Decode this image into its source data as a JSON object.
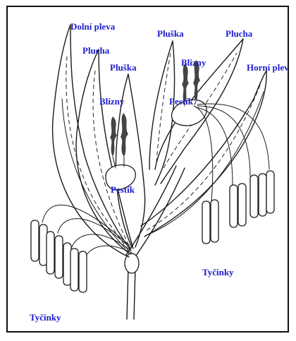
{
  "labels": {
    "dolni_pleva": "Dolní pleva",
    "plucha_left": "Plucha",
    "pluska_left": "Pluška",
    "blizny_left": "Blizny",
    "pestik_left": "Pestík",
    "pluska_top": "Pluška",
    "plucha_right": "Plucha",
    "blizny_right": "Blizny",
    "pestik_right": "Pestík",
    "horni_pleva": "Horní plev",
    "tycinky_right": "Tyčinky",
    "tycinky_left": "Tyčinky"
  },
  "colors": {
    "label": "#1c1ccf",
    "ink": "#1a1a1a",
    "border": "#111111"
  }
}
